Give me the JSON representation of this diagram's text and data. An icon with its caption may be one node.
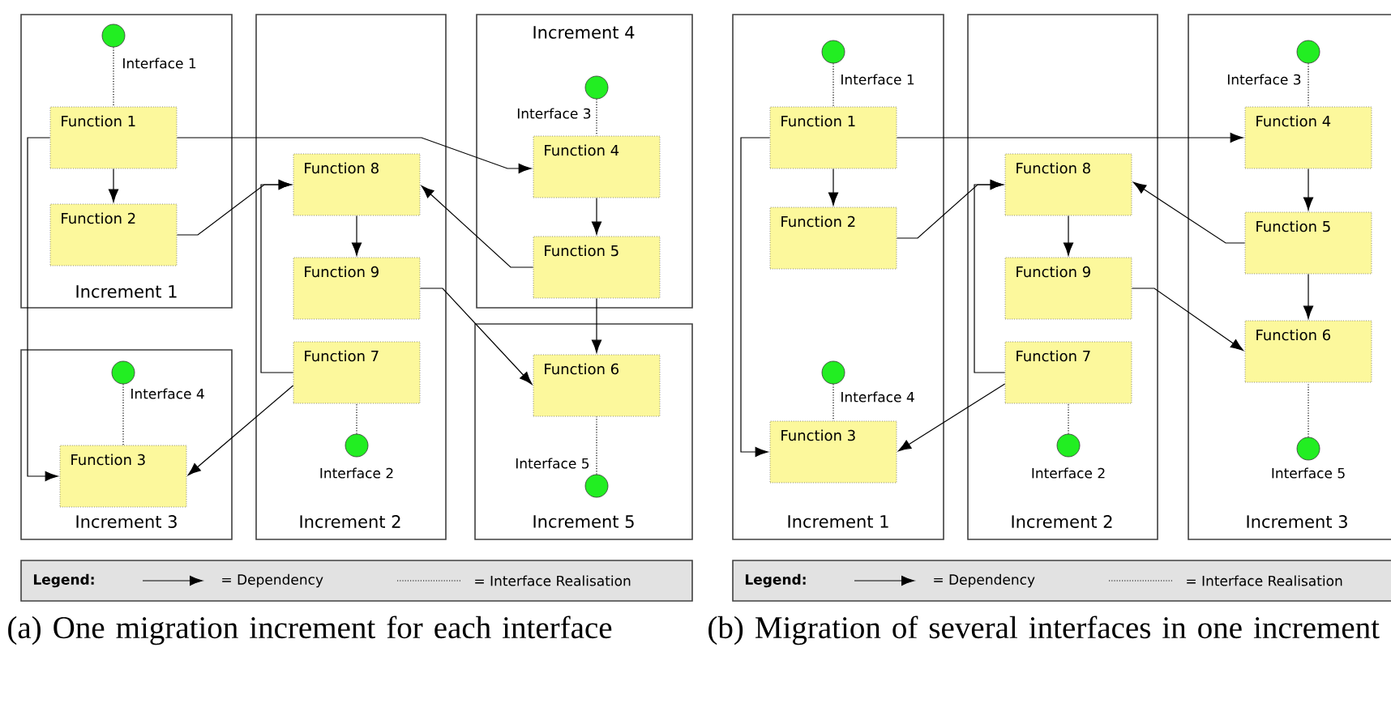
{
  "diagram": {
    "nodes": [
      {
        "text": [
          "Increment 1"
        ]
      },
      {
        "text": [
          "Increment 2"
        ]
      },
      {
        "text": [
          "Increment 4"
        ]
      },
      {
        "text": [
          "Increment 3"
        ]
      },
      {
        "text": [
          "Increment 5"
        ]
      },
      {
        "text": [],
        "shape": "circle",
        "beside": [
          "Interface 1"
        ],
        "in": 0
      },
      {
        "text": [
          "Function 1"
        ],
        "in": 0
      },
      {
        "text": [
          "Function 2"
        ],
        "in": 0
      },
      {
        "text": [
          "Function 8"
        ],
        "in": 1
      },
      {
        "text": [
          "Function 9"
        ],
        "in": 1
      },
      {
        "text": [
          "Function 7"
        ],
        "in": 1
      },
      {
        "text": [],
        "shape": "circle",
        "beside": [
          "Interface 2"
        ],
        "in": 1
      },
      {
        "text": [],
        "shape": "circle",
        "beside": [
          "Interface 3"
        ],
        "in": 2
      },
      {
        "text": [
          "Function 4"
        ],
        "in": 2
      },
      {
        "text": [
          "Function 5"
        ],
        "in": 2
      },
      {
        "text": [],
        "shape": "circle",
        "beside": [
          "Interface 4"
        ],
        "in": 3
      },
      {
        "text": [
          "Function 3"
        ],
        "in": 3
      },
      {
        "text": [
          "Function 6"
        ],
        "in": 4
      },
      {
        "text": [],
        "shape": "circle",
        "beside": [
          "Interface 5"
        ],
        "in": 4
      },
      {
        "text": [
          "Increment 1"
        ]
      },
      {
        "text": [
          "Increment 2"
        ]
      },
      {
        "text": [
          "Increment 3"
        ]
      },
      {
        "text": [],
        "shape": "circle",
        "beside": [
          "Interface 1"
        ],
        "in": 19
      },
      {
        "text": [
          "Function 1"
        ],
        "in": 19
      },
      {
        "text": [
          "Function 2"
        ],
        "in": 19
      },
      {
        "text": [],
        "shape": "circle",
        "beside": [
          "Interface 4"
        ],
        "in": 19
      },
      {
        "text": [
          "Function 3"
        ],
        "in": 19
      },
      {
        "text": [
          "Function 8"
        ],
        "in": 20
      },
      {
        "text": [
          "Function 9"
        ],
        "in": 20
      },
      {
        "text": [
          "Function 7"
        ],
        "in": 20
      },
      {
        "text": [],
        "shape": "circle",
        "beside": [
          "Interface 2"
        ],
        "in": 20
      },
      {
        "text": [],
        "shape": "circle",
        "beside": [
          "Interface 3"
        ],
        "in": 21
      },
      {
        "text": [
          "Function 4"
        ],
        "in": 21
      },
      {
        "text": [
          "Function 5"
        ],
        "in": 21
      },
      {
        "text": [
          "Function 6"
        ],
        "in": 21
      },
      {
        "text": [],
        "shape": "circle",
        "beside": [
          "Interface 5"
        ],
        "in": 21
      }
    ],
    "edges": [
      {
        "from": 6,
        "to": 7,
        "arrow": "to"
      },
      {
        "from": 6,
        "to": 13,
        "arrow": "to"
      },
      {
        "from": 7,
        "to": 8,
        "arrow": "to"
      },
      {
        "from": 10,
        "to": 8,
        "arrow": "to"
      },
      {
        "from": 13,
        "to": 14,
        "arrow": "to"
      },
      {
        "from": 14,
        "to": 8,
        "arrow": "to"
      },
      {
        "from": 8,
        "to": 9,
        "arrow": "to"
      },
      {
        "from": 9,
        "to": 17,
        "arrow": "to"
      },
      {
        "from": 14,
        "to": 17,
        "arrow": "to"
      },
      {
        "from": 6,
        "to": 16,
        "arrow": "to"
      },
      {
        "from": 10,
        "to": 16,
        "arrow": "to"
      },
      {
        "from": 5,
        "to": 6,
        "arrow": "none",
        "style": "dashed"
      },
      {
        "from": 12,
        "to": 13,
        "arrow": "none",
        "style": "dashed"
      },
      {
        "from": 15,
        "to": 16,
        "arrow": "none",
        "style": "dashed"
      },
      {
        "from": 11,
        "to": 10,
        "arrow": "none",
        "style": "dashed"
      },
      {
        "from": 18,
        "to": 17,
        "arrow": "none",
        "style": "dashed"
      },
      {
        "from": 23,
        "to": 24,
        "arrow": "to"
      },
      {
        "from": 23,
        "to": 32,
        "arrow": "to"
      },
      {
        "from": 24,
        "to": 27,
        "arrow": "to"
      },
      {
        "from": 29,
        "to": 27,
        "arrow": "to"
      },
      {
        "from": 32,
        "to": 33,
        "arrow": "to"
      },
      {
        "from": 33,
        "to": 27,
        "arrow": "to"
      },
      {
        "from": 27,
        "to": 28,
        "arrow": "to"
      },
      {
        "from": 28,
        "to": 34,
        "arrow": "to"
      },
      {
        "from": 33,
        "to": 34,
        "arrow": "to"
      },
      {
        "from": 23,
        "to": 26,
        "arrow": "to"
      },
      {
        "from": 29,
        "to": 26,
        "arrow": "to"
      },
      {
        "from": 22,
        "to": 23,
        "arrow": "none",
        "style": "dashed"
      },
      {
        "from": 31,
        "to": 32,
        "arrow": "none",
        "style": "dashed"
      },
      {
        "from": 25,
        "to": 26,
        "arrow": "none",
        "style": "dashed"
      },
      {
        "from": 30,
        "to": 29,
        "arrow": "none",
        "style": "dashed"
      },
      {
        "from": 35,
        "to": 34,
        "arrow": "none",
        "style": "dashed"
      }
    ],
    "labels": [
      "Legend:",
      "Legend:",
      "(a) One migration increment for each interface",
      "(b) Migration of several interfaces in one increment"
    ],
    "legend": [
      {
        "text": "= Dependency"
      },
      {
        "text": "= Interface Realisation"
      },
      {
        "text": "= Dependency"
      },
      {
        "text": "= Interface Realisation"
      }
    ]
  }
}
